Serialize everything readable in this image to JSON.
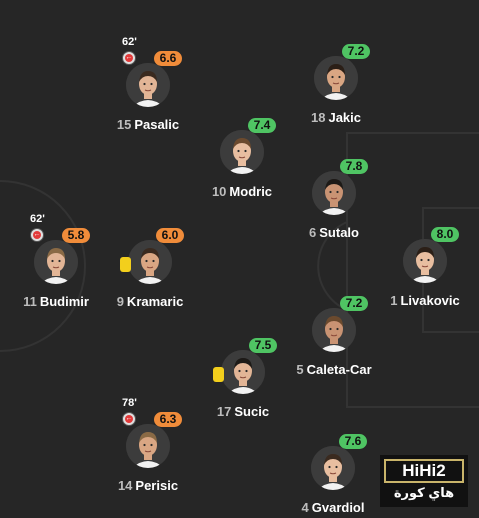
{
  "players": [
    {
      "id": "pasalic",
      "number": "15",
      "name": "Pasalic",
      "rating": "6.6",
      "rating_color": "orange",
      "sub_minute": "62'",
      "sub_off": true,
      "yellow_card": false
    },
    {
      "id": "jakic",
      "number": "18",
      "name": "Jakic",
      "rating": "7.2",
      "rating_color": "green",
      "sub_minute": "",
      "sub_off": false,
      "yellow_card": false
    },
    {
      "id": "modric",
      "number": "10",
      "name": "Modric",
      "rating": "7.4",
      "rating_color": "green",
      "sub_minute": "",
      "sub_off": false,
      "yellow_card": false
    },
    {
      "id": "sutalo",
      "number": "6",
      "name": "Sutalo",
      "rating": "7.8",
      "rating_color": "green",
      "sub_minute": "",
      "sub_off": false,
      "yellow_card": false
    },
    {
      "id": "budimir",
      "number": "11",
      "name": "Budimir",
      "rating": "5.8",
      "rating_color": "orange",
      "sub_minute": "62'",
      "sub_off": true,
      "yellow_card": false
    },
    {
      "id": "kramaric",
      "number": "9",
      "name": "Kramaric",
      "rating": "6.0",
      "rating_color": "orange",
      "sub_minute": "",
      "sub_off": false,
      "yellow_card": true
    },
    {
      "id": "livakovic",
      "number": "1",
      "name": "Livakovic",
      "rating": "8.0",
      "rating_color": "green",
      "sub_minute": "",
      "sub_off": false,
      "yellow_card": false
    },
    {
      "id": "caleta-car",
      "number": "5",
      "name": "Caleta-Car",
      "rating": "7.2",
      "rating_color": "green",
      "sub_minute": "",
      "sub_off": false,
      "yellow_card": false
    },
    {
      "id": "sucic",
      "number": "17",
      "name": "Sucic",
      "rating": "7.5",
      "rating_color": "green",
      "sub_minute": "",
      "sub_off": false,
      "yellow_card": true
    },
    {
      "id": "perisic",
      "number": "14",
      "name": "Perisic",
      "rating": "6.3",
      "rating_color": "orange",
      "sub_minute": "78'",
      "sub_off": true,
      "yellow_card": false
    },
    {
      "id": "gvardiol",
      "number": "4",
      "name": "Gvardiol",
      "rating": "7.6",
      "rating_color": "green",
      "sub_minute": "",
      "sub_off": false,
      "yellow_card": false
    }
  ],
  "watermark": {
    "top": "HiHi2",
    "bottom": "هاي كورة"
  },
  "colors": {
    "green": "#4fc463",
    "orange": "#f08c3a",
    "card": "#f3cf1c",
    "pitch": "#262626"
  }
}
